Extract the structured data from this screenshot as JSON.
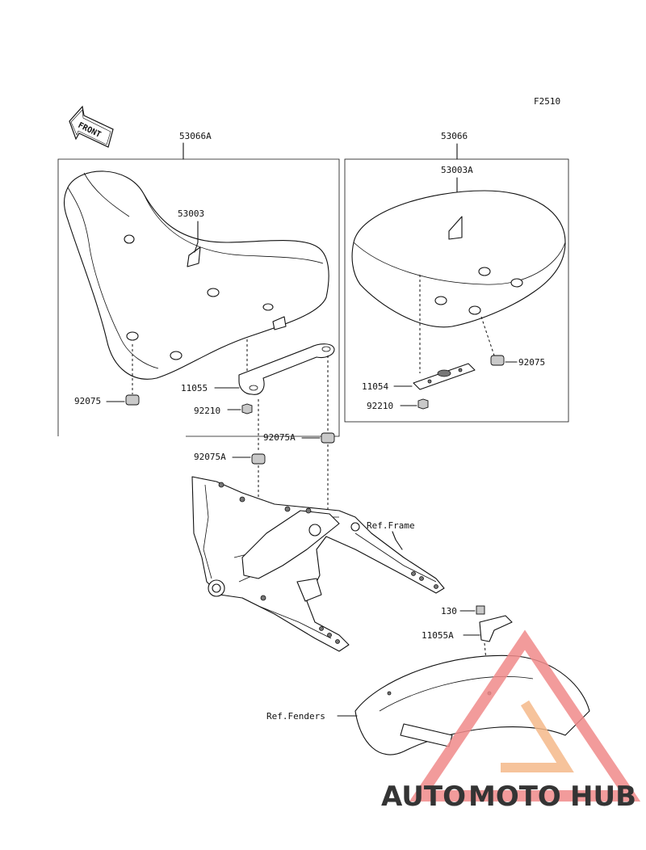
{
  "figure_code": "F2510",
  "front_label": "FRONT",
  "parts": {
    "rider_seat_assy": "53066A",
    "rider_seat_cover": "53003",
    "rider_seat_damper": "92075",
    "rider_seat_bracket": "11055",
    "rider_seat_nut": "92210",
    "pillion_seat_assy": "53066",
    "pillion_seat_cover": "53003A",
    "pillion_seat_damper": "92075",
    "pillion_seat_bracket": "11054",
    "pillion_seat_nut": "92210",
    "frame_damper_left": "92075A",
    "frame_damper_right": "92075A",
    "fender_bolt": "130",
    "fender_bracket": "11055A"
  },
  "refs": {
    "frame": "Ref.Frame",
    "fenders": "Ref.Fenders"
  },
  "watermark": {
    "part1": "AUTO",
    "part2": "MOTO",
    "part3": "HUB",
    "color1": "#f5b98a",
    "color2": "#f08a8a",
    "color3": "#9a9a9a"
  }
}
